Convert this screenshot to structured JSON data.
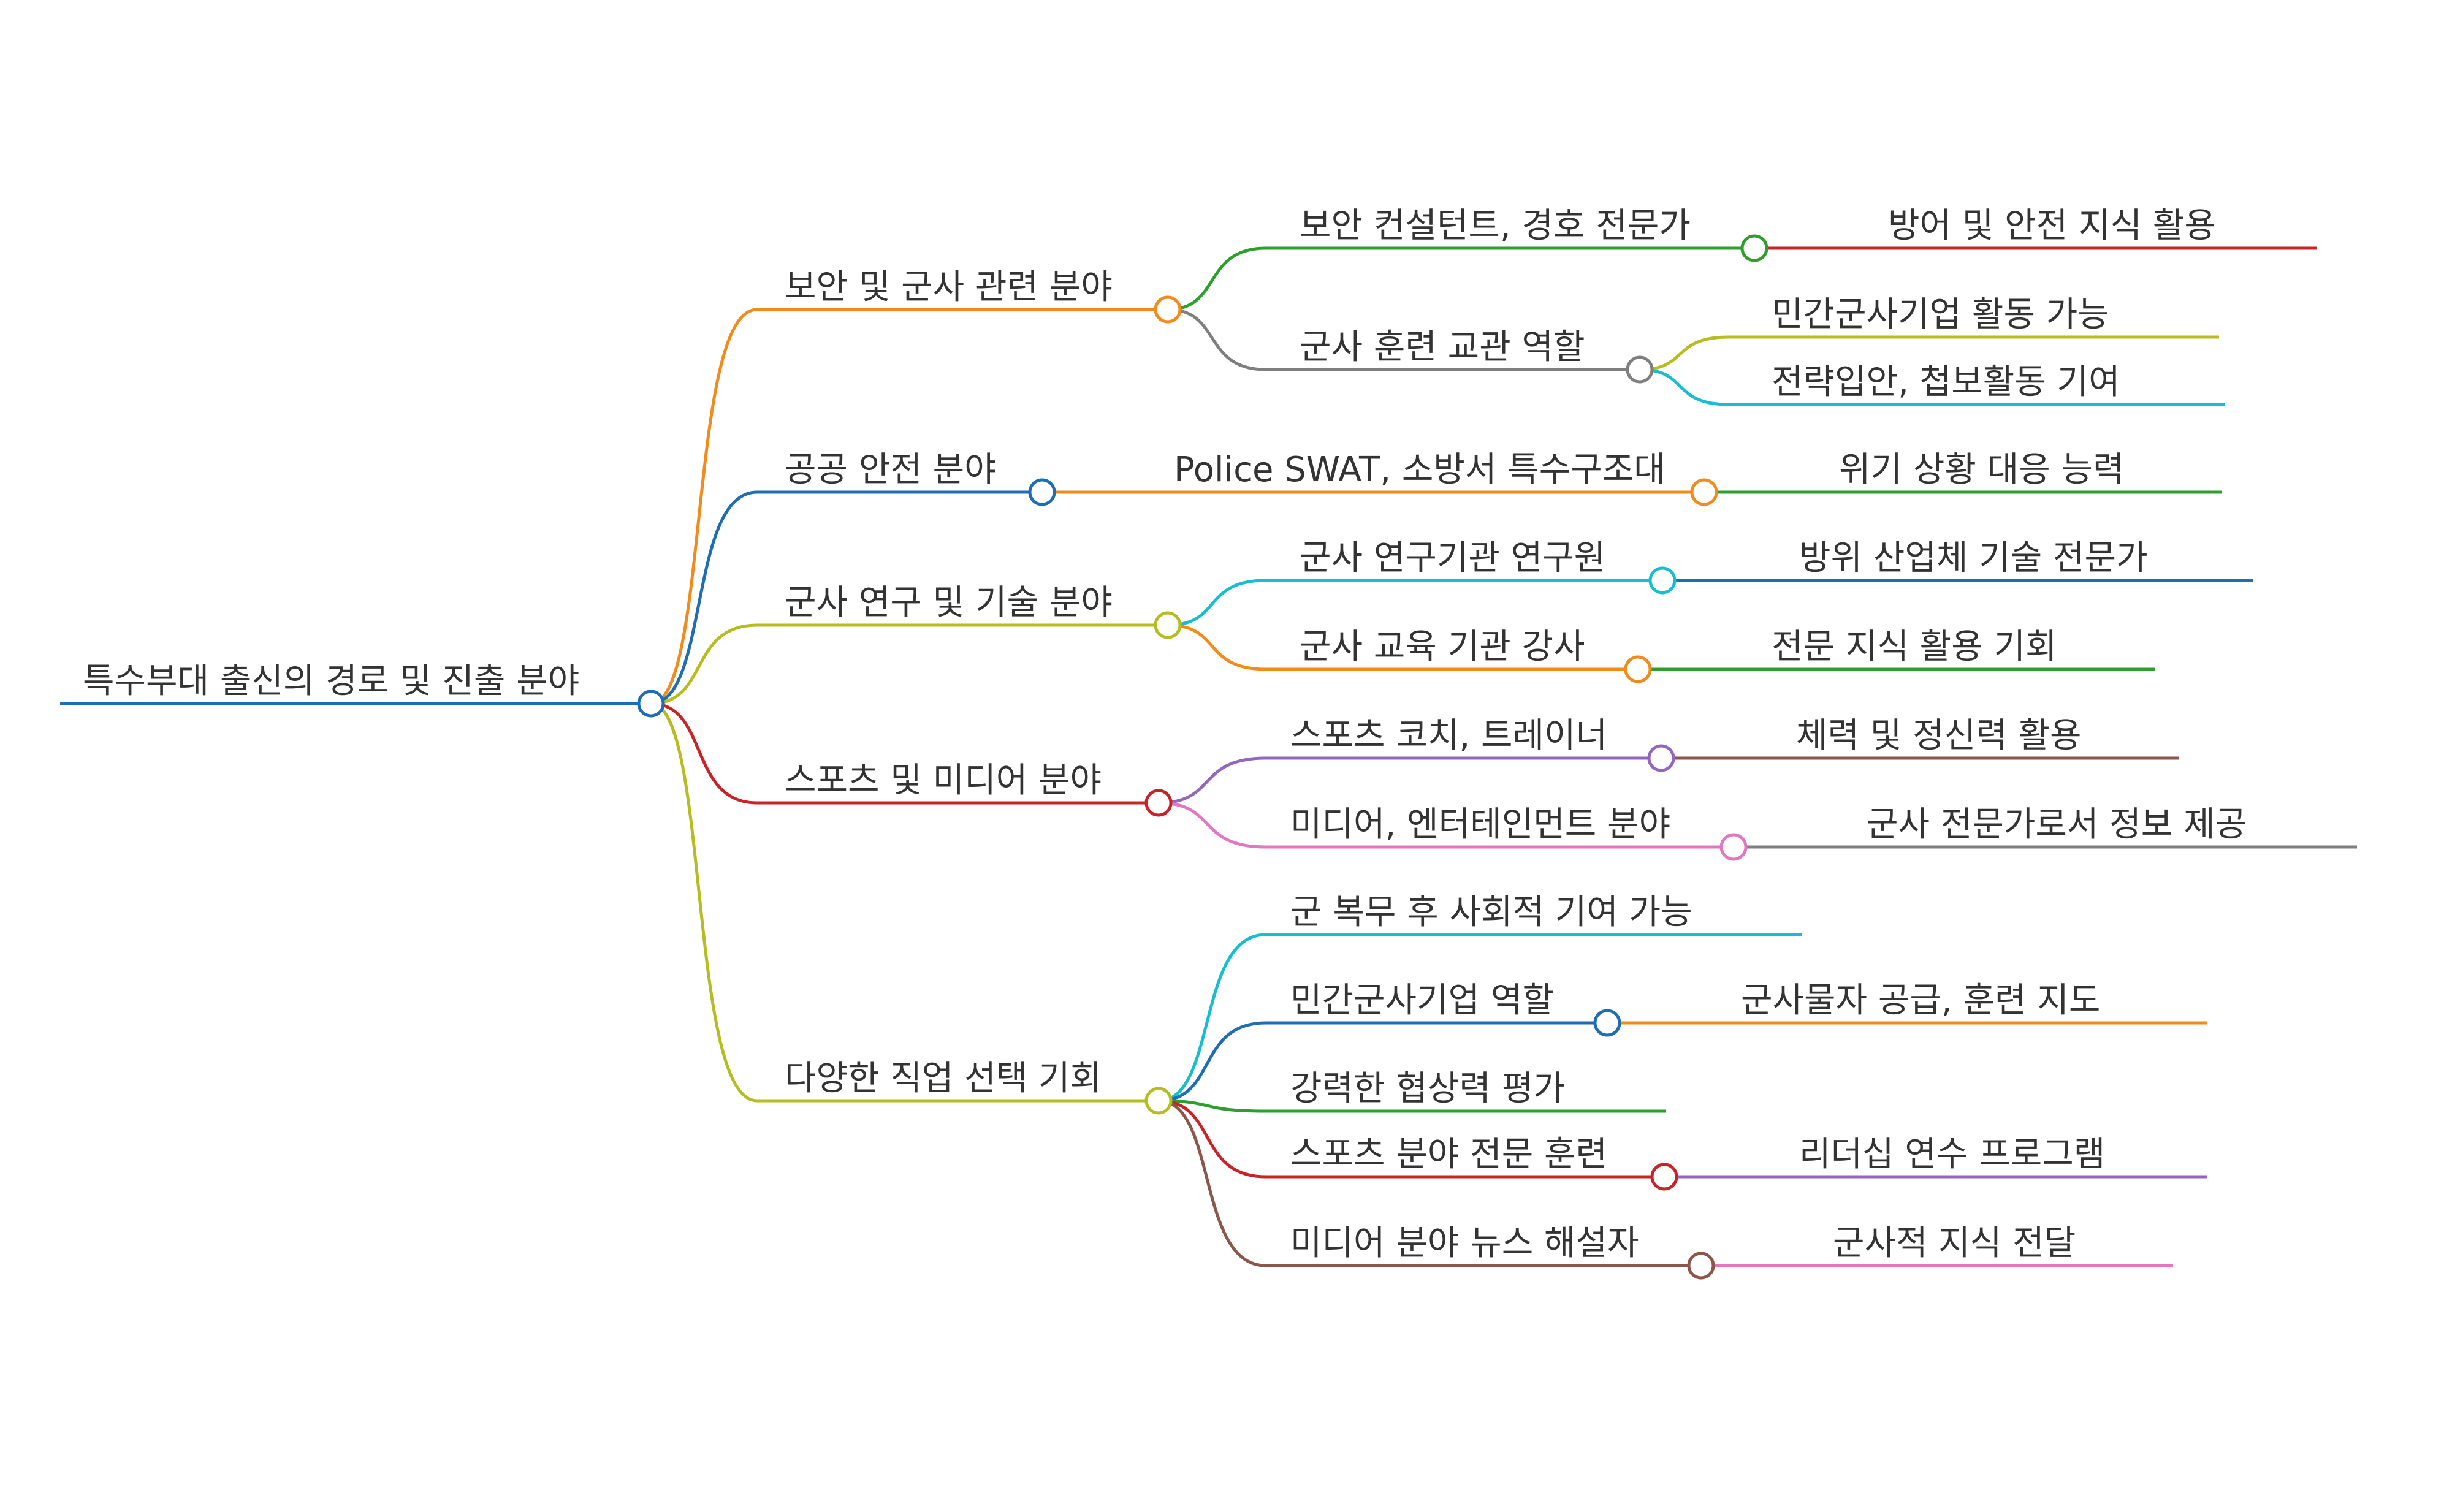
{
  "colors": {
    "blue": "#1f6db5",
    "orange": "#f28a1c",
    "yellow": "#b5bd21",
    "red": "#c82428",
    "green": "#2ca02c",
    "gray": "#7f7f7f",
    "cyan": "#17becf",
    "purple": "#9467bd",
    "brown": "#8c564b",
    "pink": "#e377c2",
    "text": "#333333"
  },
  "root": {
    "id": "root",
    "label": "특수부대 출신의 경로 및 진출 분야",
    "color": "blue"
  },
  "nodes": [
    {
      "id": "b1",
      "parent": "root",
      "label": "보안 및 군사 관련 분야",
      "color": "orange",
      "collapsible": true
    },
    {
      "id": "b1a",
      "parent": "b1",
      "label": "보안 컨설턴트, 경호 전문가",
      "color": "green",
      "collapsible": true
    },
    {
      "id": "b1a1",
      "parent": "b1a",
      "label": "방어 및 안전 지식 활용",
      "color": "red"
    },
    {
      "id": "b1b",
      "parent": "b1",
      "label": "군사 훈련 교관 역할",
      "color": "gray",
      "collapsible": true
    },
    {
      "id": "b1b1",
      "parent": "b1b",
      "label": "민간군사기업 활동 가능",
      "color": "yellow"
    },
    {
      "id": "b1b2",
      "parent": "b1b",
      "label": "전략입안, 첩보활동 기여",
      "color": "cyan"
    },
    {
      "id": "b2",
      "parent": "root",
      "label": "공공 안전 분야",
      "color": "blue",
      "collapsible": true
    },
    {
      "id": "b2a",
      "parent": "b2",
      "label": "Police SWAT, 소방서 특수구조대",
      "color": "orange",
      "collapsible": true
    },
    {
      "id": "b2a1",
      "parent": "b2a",
      "label": "위기 상황 대응 능력",
      "color": "green"
    },
    {
      "id": "b3",
      "parent": "root",
      "label": "군사 연구 및 기술 분야",
      "color": "yellow",
      "collapsible": true
    },
    {
      "id": "b3a",
      "parent": "b3",
      "label": "군사 연구기관 연구원",
      "color": "cyan",
      "collapsible": true
    },
    {
      "id": "b3a1",
      "parent": "b3a",
      "label": "방위 산업체 기술 전문가",
      "color": "blue"
    },
    {
      "id": "b3b",
      "parent": "b3",
      "label": "군사 교육 기관 강사",
      "color": "orange",
      "collapsible": true
    },
    {
      "id": "b3b1",
      "parent": "b3b",
      "label": "전문 지식 활용 기회",
      "color": "green"
    },
    {
      "id": "b4",
      "parent": "root",
      "label": "스포츠 및 미디어 분야",
      "color": "red",
      "collapsible": true
    },
    {
      "id": "b4a",
      "parent": "b4",
      "label": "스포츠 코치, 트레이너",
      "color": "purple",
      "collapsible": true
    },
    {
      "id": "b4a1",
      "parent": "b4a",
      "label": "체력 및 정신력 활용",
      "color": "brown"
    },
    {
      "id": "b4b",
      "parent": "b4",
      "label": "미디어, 엔터테인먼트 분야",
      "color": "pink",
      "collapsible": true
    },
    {
      "id": "b4b1",
      "parent": "b4b",
      "label": "군사 전문가로서 정보 제공",
      "color": "gray"
    },
    {
      "id": "b5",
      "parent": "root",
      "label": "다양한 직업 선택 기회",
      "color": "yellow",
      "collapsible": true
    },
    {
      "id": "b5a",
      "parent": "b5",
      "label": "군 복무 후 사회적 기여 가능",
      "color": "cyan"
    },
    {
      "id": "b5b",
      "parent": "b5",
      "label": "민간군사기업 역할",
      "color": "blue",
      "collapsible": true
    },
    {
      "id": "b5b1",
      "parent": "b5b",
      "label": "군사물자 공급, 훈련 지도",
      "color": "orange"
    },
    {
      "id": "b5c",
      "parent": "b5",
      "label": "강력한 협상력 평가",
      "color": "green"
    },
    {
      "id": "b5d",
      "parent": "b5",
      "label": "스포츠 분야 전문 훈련",
      "color": "red",
      "collapsible": true
    },
    {
      "id": "b5d1",
      "parent": "b5d",
      "label": "리더십 연수 프로그램",
      "color": "purple"
    },
    {
      "id": "b5e",
      "parent": "b5",
      "label": "미디어 분야 뉴스 해설자",
      "color": "brown",
      "collapsible": true
    },
    {
      "id": "b5e1",
      "parent": "b5e",
      "label": "군사적 지식 전달",
      "color": "pink"
    }
  ]
}
